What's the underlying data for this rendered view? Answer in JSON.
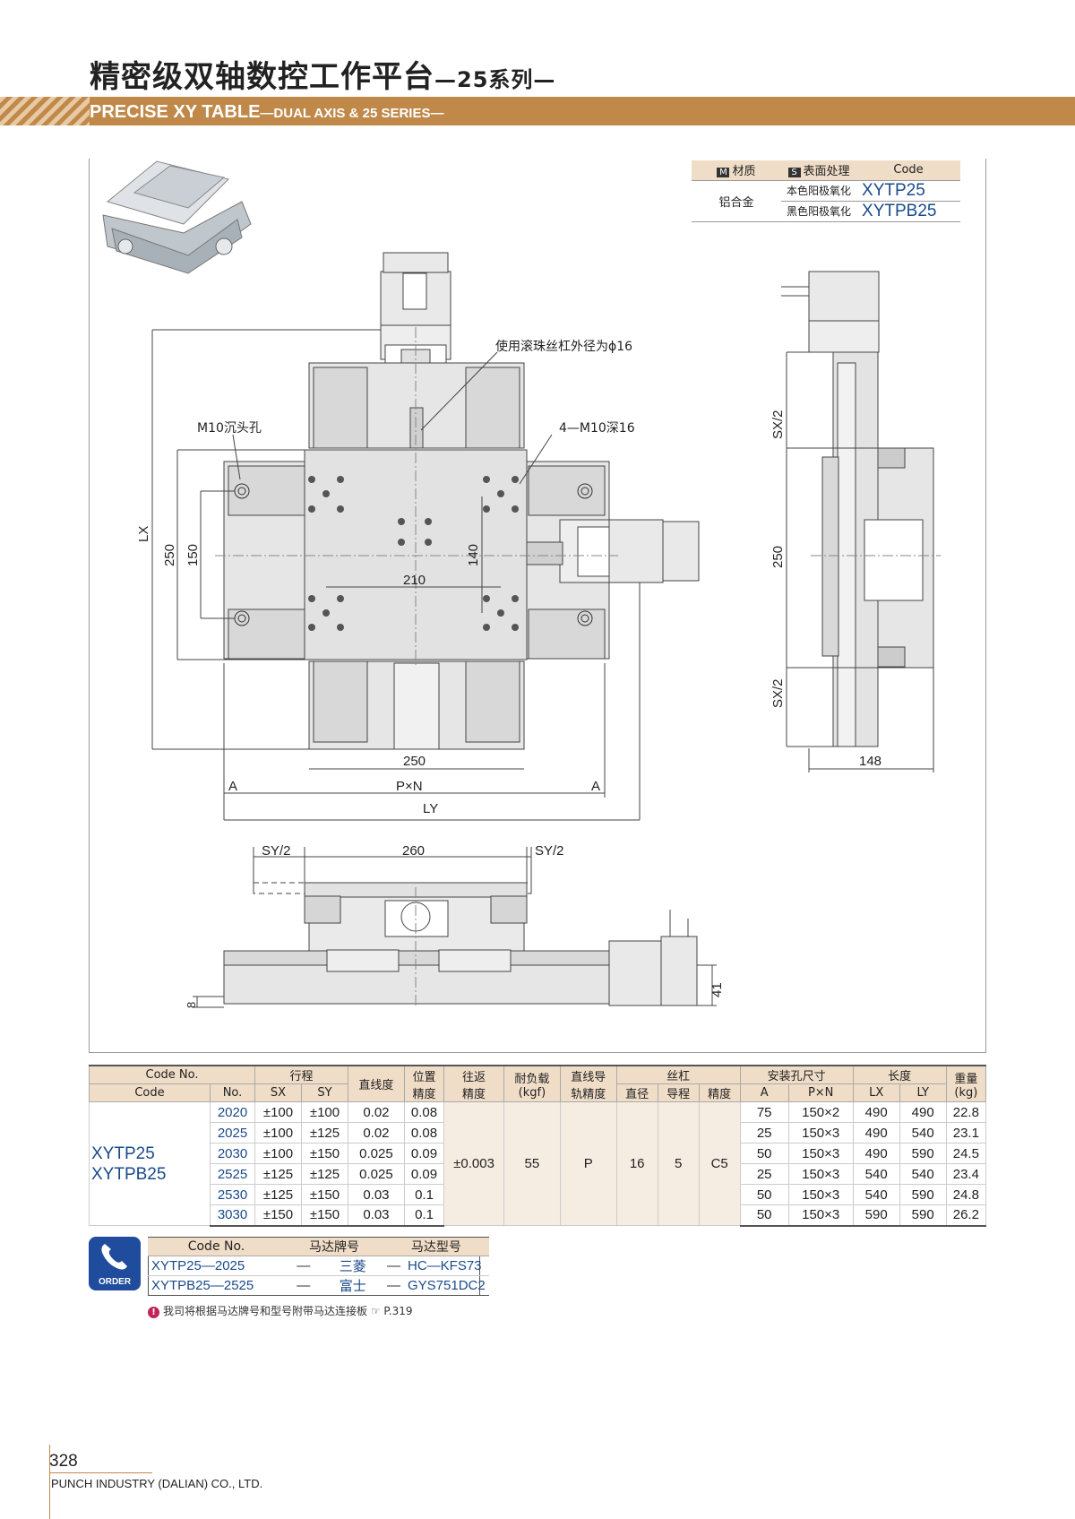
{
  "header": {
    "title_cn": "精密级双轴数控工作平台",
    "title_cn_suffix": "—25系列—",
    "title_en": "PRECISE XY TABLE",
    "title_en_suffix": "—DUAL AXIS & 25 SERIES—"
  },
  "material_table": {
    "col_material_tag": "M",
    "col_material": "材质",
    "col_surface_tag": "S",
    "col_surface": "表面处理",
    "col_code": "Code",
    "material": "铝合金",
    "rows": [
      {
        "surface": "本色阳极氧化",
        "code": "XYTP25"
      },
      {
        "surface": "黑色阳极氧化",
        "code": "XYTPB25"
      }
    ]
  },
  "drawing": {
    "labels": {
      "ball_screw": "使用滚珠丝杠外径为ϕ16",
      "counterbore": "M10沉头孔",
      "tapped": "4—M10深16",
      "lx": "LX",
      "d250_left": "250",
      "d150": "150",
      "d140": "140",
      "d210": "210",
      "d250_bottom": "250",
      "pxn": "P×N",
      "a_left": "A",
      "a_right": "A",
      "ly": "LY",
      "sx2_top": "SX/2",
      "sx2_bottom": "SX/2",
      "d250_side": "250",
      "d148": "148",
      "sy2_left": "SY/2",
      "d260": "260",
      "sy2_right": "SY/2",
      "d41": "41",
      "d8": "8"
    }
  },
  "spec_table": {
    "headers": {
      "code_no": "Code No.",
      "code": "Code",
      "no": "No.",
      "stroke": "行程",
      "sx": "SX",
      "sy": "SY",
      "straightness": "直线度",
      "position_1": "位置",
      "position_2": "精度",
      "repeat_1": "往返",
      "repeat_2": "精度",
      "load_1": "耐负载",
      "load_2": "(kgf)",
      "guide_1": "直线导",
      "guide_2": "轨精度",
      "screw": "丝杠",
      "diameter": "直径",
      "lead": "导程",
      "accuracy": "精度",
      "mount": "安装孔尺寸",
      "a": "A",
      "pxn": "P×N",
      "length": "长度",
      "lx": "LX",
      "ly": "LY",
      "weight_1": "重量",
      "weight_2": "(kg)"
    },
    "code_1": "XYTP25",
    "code_2": "XYTPB25",
    "repeat_value": "±0.003",
    "load_value": "55",
    "guide_value": "P",
    "diameter_value": "16",
    "lead_value": "5",
    "accuracy_value": "C5",
    "rows": [
      {
        "no": "2020",
        "sx": "±100",
        "sy": "±100",
        "straight": "0.02",
        "pos": "0.08",
        "a": "75",
        "pxn": "150×2",
        "lx": "490",
        "ly": "490",
        "weight": "22.8"
      },
      {
        "no": "2025",
        "sx": "±100",
        "sy": "±125",
        "straight": "0.02",
        "pos": "0.08",
        "a": "25",
        "pxn": "150×3",
        "lx": "490",
        "ly": "540",
        "weight": "23.1"
      },
      {
        "no": "2030",
        "sx": "±100",
        "sy": "±150",
        "straight": "0.025",
        "pos": "0.09",
        "a": "50",
        "pxn": "150×3",
        "lx": "490",
        "ly": "590",
        "weight": "24.5"
      },
      {
        "no": "2525",
        "sx": "±125",
        "sy": "±125",
        "straight": "0.025",
        "pos": "0.09",
        "a": "25",
        "pxn": "150×3",
        "lx": "540",
        "ly": "540",
        "weight": "23.4"
      },
      {
        "no": "2530",
        "sx": "±125",
        "sy": "±150",
        "straight": "0.03",
        "pos": "0.1",
        "a": "50",
        "pxn": "150×3",
        "lx": "540",
        "ly": "590",
        "weight": "24.8"
      },
      {
        "no": "3030",
        "sx": "±150",
        "sy": "±150",
        "straight": "0.03",
        "pos": "0.1",
        "a": "50",
        "pxn": "150×3",
        "lx": "590",
        "ly": "590",
        "weight": "26.2"
      }
    ]
  },
  "order": {
    "icon_label": "ORDER",
    "headers": {
      "code_no": "Code No.",
      "brand": "马达牌号",
      "model": "马达型号"
    },
    "rows": [
      {
        "code": "XYTP25—2025",
        "dash1": "—",
        "brand": "三菱",
        "dash2": "—",
        "model": "HC—KFS73"
      },
      {
        "code": "XYTPB25—2525",
        "dash1": "—",
        "brand": "富士",
        "dash2": "—",
        "model": "GYS751DC2"
      }
    ],
    "note": "我司将根据马达牌号和型号附带马达连接板",
    "note_icon": "!",
    "note_ref": "☞ P.319"
  },
  "footer": {
    "page_number": "328",
    "company": "PUNCH INDUSTRY (DALIAN) CO., LTD."
  }
}
